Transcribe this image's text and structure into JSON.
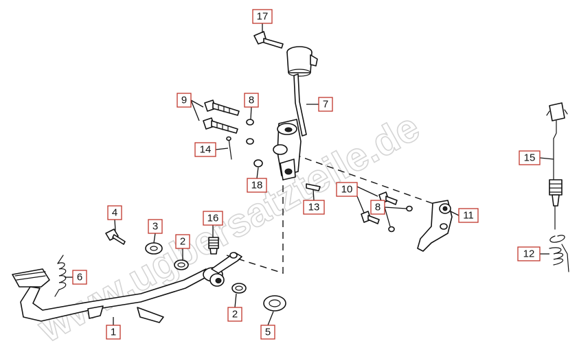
{
  "watermark": "www.ugbersatzteile.de",
  "callouts": {
    "c1": "1",
    "c2a": "2",
    "c2b": "2",
    "c3": "3",
    "c4": "4",
    "c5": "5",
    "c6": "6",
    "c7": "7",
    "c8a": "8",
    "c8b": "8",
    "c9": "9",
    "c10": "10",
    "c11": "11",
    "c12": "12",
    "c13": "13",
    "c14": "14",
    "c15": "15",
    "c16": "16",
    "c17": "17",
    "c18": "18"
  },
  "colors": {
    "callout_border": "#c0352b",
    "line": "#111111",
    "watermark": "#d4d4d4"
  }
}
